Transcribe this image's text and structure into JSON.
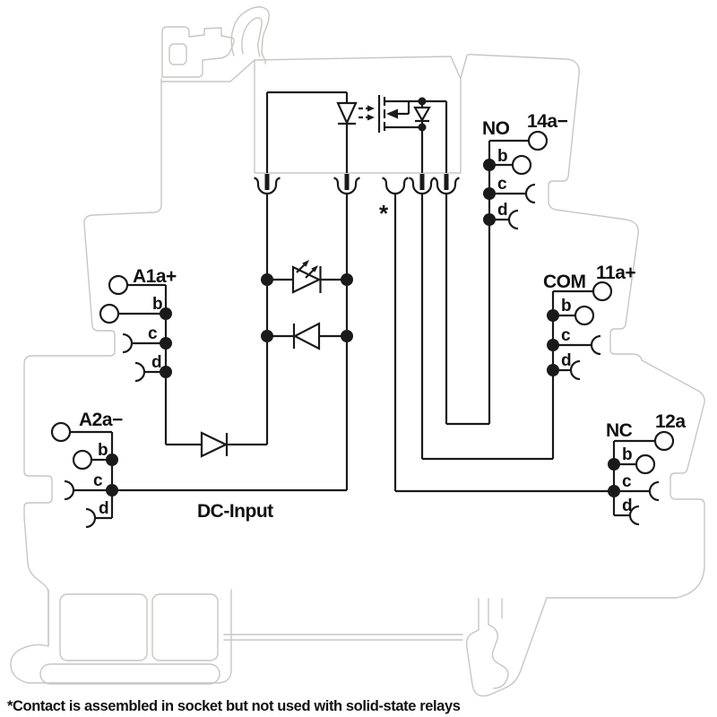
{
  "diagram": {
    "type": "solid-state relay module in relay socket - wiring diagram",
    "footnote": "*Contact is assembled in socket but not used with solid-state relays",
    "unused_contact_marker": "*",
    "input_label": "DC-Input",
    "terminal_groups": {
      "a1": {
        "name": "A1a+",
        "rows": [
          "b",
          "c",
          "d"
        ]
      },
      "a2": {
        "name": "A2a−",
        "rows": [
          "b",
          "c",
          "d"
        ]
      },
      "no": {
        "name": "NO",
        "id": "14a−",
        "rows": [
          "b",
          "c",
          "d"
        ]
      },
      "com": {
        "name": "COM",
        "id": "11a+",
        "rows": [
          "b",
          "c",
          "d"
        ]
      },
      "nc": {
        "name": "NC",
        "id": "12a",
        "rows": [
          "b",
          "c",
          "d"
        ]
      }
    },
    "colors": {
      "circuit": "#1a1a1a",
      "housing_outline": "#c6c6c3",
      "background": "#ffffff"
    }
  }
}
